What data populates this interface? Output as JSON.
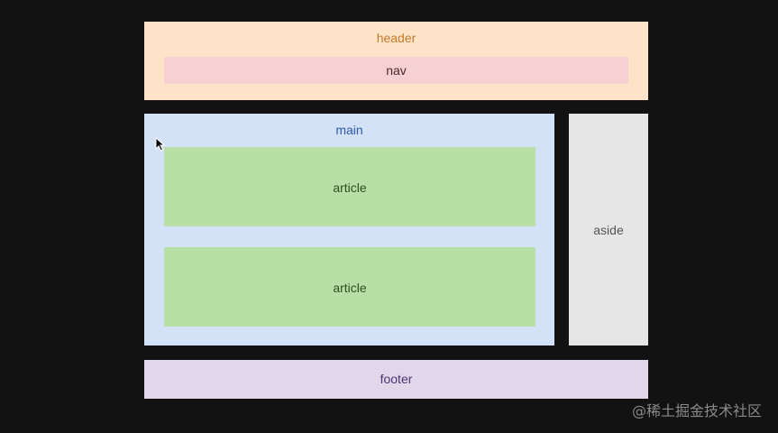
{
  "diagram": {
    "header": "header",
    "nav": "nav",
    "main": "main",
    "articles": [
      "article",
      "article"
    ],
    "aside": "aside",
    "footer": "footer"
  },
  "watermark": "@稀土掘金技术社区",
  "colors": {
    "background": "#121212",
    "header": "#fde4c9",
    "nav": "#f8d0d1",
    "main": "#d4e2f7",
    "article": "#b8e0a6",
    "aside": "#e6e6e6",
    "footer": "#e1d6ea"
  }
}
